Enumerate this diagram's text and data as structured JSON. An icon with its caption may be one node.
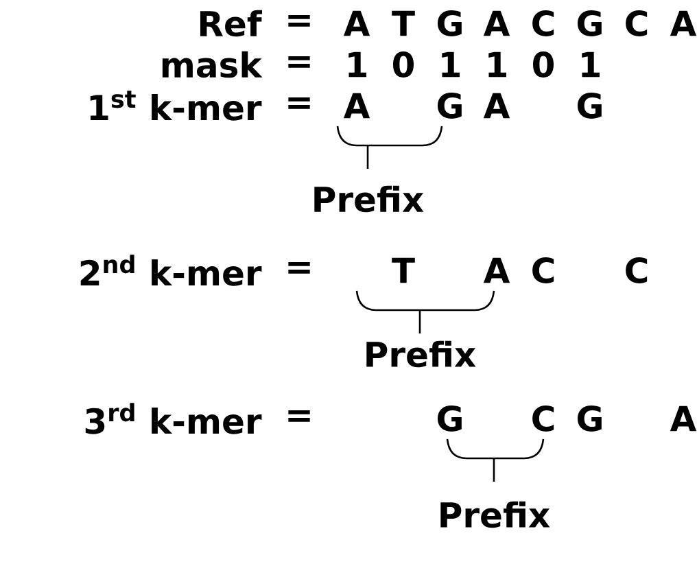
{
  "diagram": {
    "labels": [
      "Ref",
      "=",
      "A",
      "T",
      "G",
      "A",
      "C",
      "G",
      "C",
      "A",
      "mask",
      "=",
      "1",
      "0",
      "1",
      "1",
      "0",
      "1",
      "1$^{st}$ k-mer",
      "=",
      "A",
      "G",
      "A",
      "G",
      "Prefix",
      "2$^{nd}$ k-mer",
      "=",
      "T",
      "A",
      "C",
      "C",
      "Prefix",
      "3$^{rd}$ k-mer",
      "=",
      "G",
      "C",
      "G",
      "A",
      "Prefix"
    ]
  }
}
